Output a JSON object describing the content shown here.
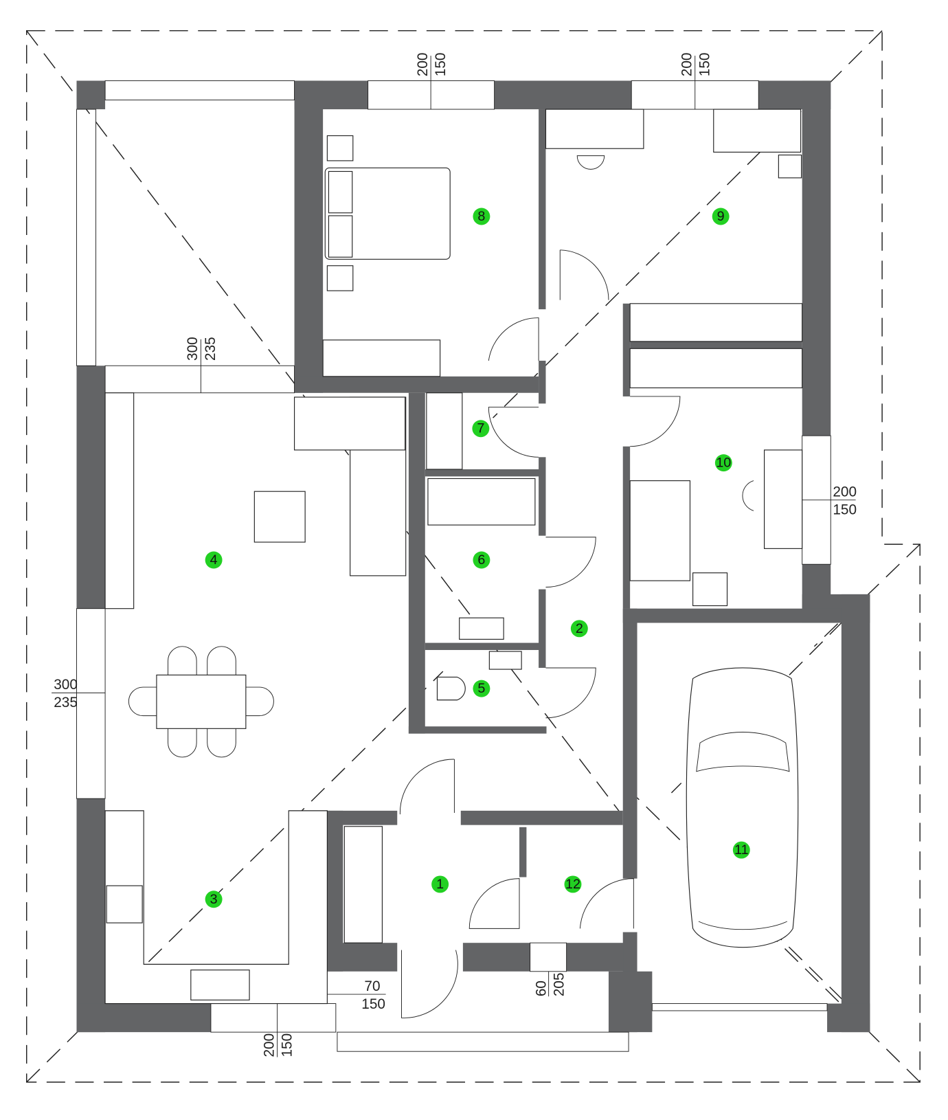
{
  "plan": {
    "rooms": [
      {
        "number": "1"
      },
      {
        "number": "2"
      },
      {
        "number": "3"
      },
      {
        "number": "4"
      },
      {
        "number": "5"
      },
      {
        "number": "6"
      },
      {
        "number": "7"
      },
      {
        "number": "8"
      },
      {
        "number": "9"
      },
      {
        "number": "10"
      },
      {
        "number": "11"
      },
      {
        "number": "12"
      }
    ],
    "dimensions": {
      "window_bedroom8": {
        "top": "200",
        "bottom": "150"
      },
      "window_bedroom9": {
        "top": "200",
        "bottom": "150"
      },
      "window_terrace": {
        "top": "300",
        "bottom": "235"
      },
      "window_room10": {
        "top": "200",
        "bottom": "150"
      },
      "window_living_left": {
        "top": "300",
        "bottom": "235"
      },
      "door_entrance": {
        "top": "70",
        "bottom": "150"
      },
      "window_vestibule": {
        "top": "60",
        "bottom": "205"
      },
      "window_kitchen": {
        "top": "200",
        "bottom": "150"
      }
    },
    "colors": {
      "wall": "#636466",
      "room_marker": "#22d022"
    }
  }
}
